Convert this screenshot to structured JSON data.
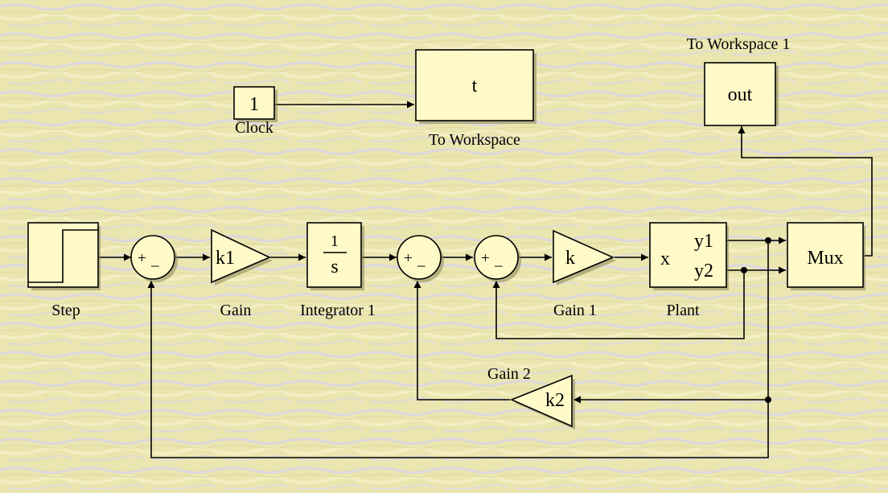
{
  "blocks": {
    "clock": {
      "glyph": "1",
      "label": "Clock"
    },
    "to_workspace": {
      "glyph": "t",
      "label": "To Workspace"
    },
    "to_workspace1": {
      "glyph": "out",
      "label": "To Workspace 1"
    },
    "step": {
      "label": "Step"
    },
    "sum1": {
      "plus": "+",
      "minus": "_"
    },
    "gain": {
      "glyph": "k1",
      "label": "Gain"
    },
    "integrator": {
      "num": "1",
      "den": "s",
      "label": "Integrator 1"
    },
    "sum2": {
      "plus": "+",
      "minus": "_"
    },
    "sum3": {
      "plus": "+",
      "minus": "_"
    },
    "gain1": {
      "glyph": "k",
      "label": "Gain 1"
    },
    "plant": {
      "in": "x",
      "out1": "y1",
      "out2": "y2",
      "label": "Plant"
    },
    "mux": {
      "glyph": "Mux"
    },
    "gain2": {
      "glyph": "k2",
      "label": "Gain 2"
    }
  }
}
